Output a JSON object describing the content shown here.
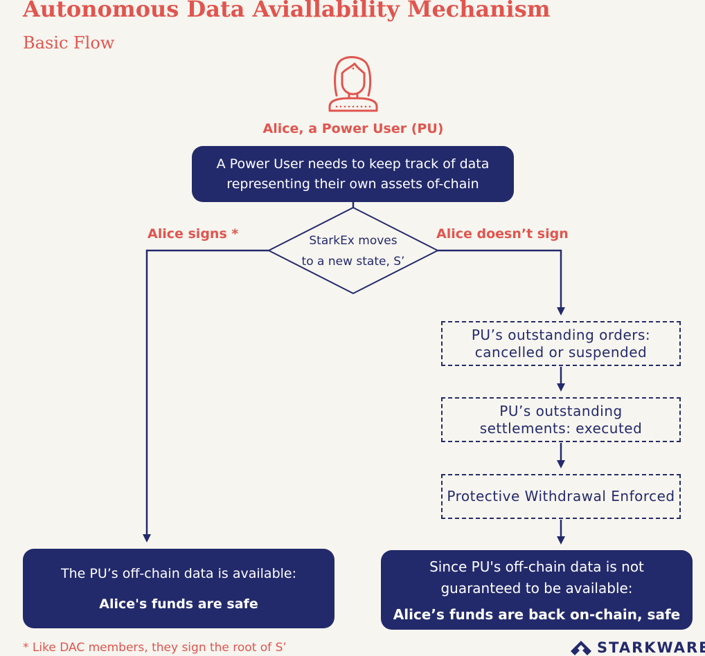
{
  "title": "Autonomous Data Aviallability Mechanism",
  "subtitle": "Basic Flow",
  "power_user_label": "Alice, a Power User (PU)",
  "top_box": {
    "line1": "A Power User needs to keep track of data",
    "line2": "representing their own assets of-chain"
  },
  "decision": {
    "line1": "StarkEx moves",
    "line2": "to a new state, S’"
  },
  "branch_left": "Alice signs *",
  "branch_right": "Alice doesn’t sign",
  "steps": [
    {
      "line1": "PU’s outstanding orders:",
      "line2": "cancelled or suspended"
    },
    {
      "line1": "PU’s outstanding",
      "line2": "settlements: executed"
    },
    {
      "line1": "Protective Withdrawal Enforced"
    }
  ],
  "left_result": {
    "line1": "The PU’s off-chain data is available:",
    "line2": "Alice's funds are safe"
  },
  "right_result": {
    "line1": "Since PU's off-chain data is not",
    "line2": "guaranteed to be available:",
    "line3": "Alice’s funds are back on-chain, safe"
  },
  "footnote": "* Like DAC members, they sign the root of S’",
  "brand": "STARKWARE",
  "icons": {
    "avatar": "user-avatar-icon",
    "logo": "starkware-logo-icon"
  },
  "colors": {
    "accent": "#e0554e",
    "navy": "#232a6b",
    "background": "#f7f5f0"
  }
}
